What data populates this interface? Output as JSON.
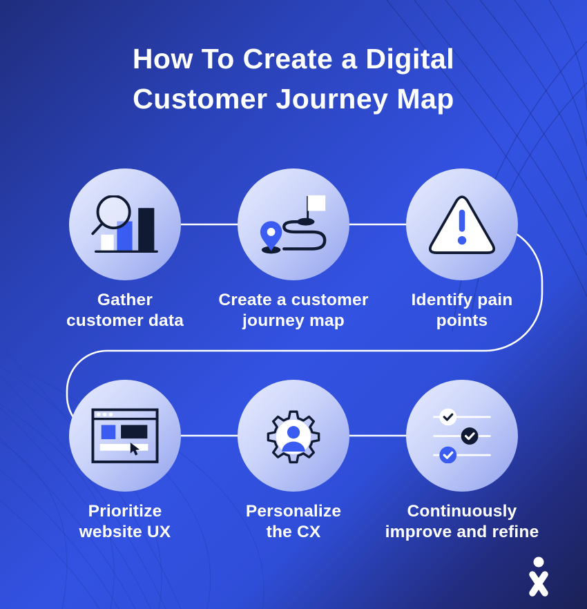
{
  "title": {
    "lines": [
      "How To Create a Digital",
      "Customer Journey Map"
    ]
  },
  "steps": [
    {
      "label_lines": [
        "Gather",
        "customer data"
      ],
      "icon": "magnifier-bar-chart-icon"
    },
    {
      "label_lines": [
        "Create a customer",
        "journey map"
      ],
      "icon": "journey-route-flag-icon"
    },
    {
      "label_lines": [
        "Identify pain",
        "points"
      ],
      "icon": "warning-triangle-icon"
    },
    {
      "label_lines": [
        "Prioritize",
        "website UX"
      ],
      "icon": "browser-window-cursor-icon"
    },
    {
      "label_lines": [
        "Personalize",
        "the CX"
      ],
      "icon": "gear-person-icon"
    },
    {
      "label_lines": [
        "Continuously",
        "improve and refine"
      ],
      "icon": "checklist-sliders-icon"
    }
  ],
  "logo": {
    "name": "nextiva-x-logo"
  },
  "colors": {
    "background_dark_corner": "#1a2156",
    "background_top_left": "#202d7d",
    "background_bright": "#3352e2",
    "circle_light": "#e7ebfe",
    "circle_dark": "#93a3ee",
    "accent_blue": "#3a5cf0",
    "dark_navy": "#101a33",
    "text": "#ffffff",
    "connector": "#ffffff"
  }
}
